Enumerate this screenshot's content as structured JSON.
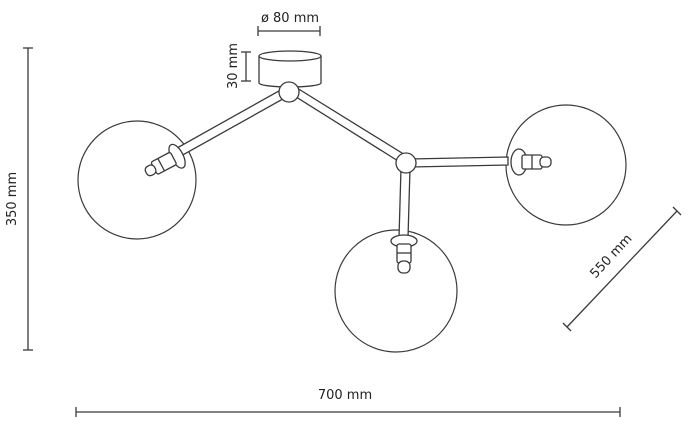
{
  "dimensions": {
    "canopy_diameter": "ø 80 mm",
    "canopy_height": "30 mm",
    "height": "350 mm",
    "width": "700 mm",
    "depth": "550 mm"
  },
  "colors": {
    "line": "#3a3a3a",
    "text": "#222222",
    "background": "#ffffff"
  }
}
